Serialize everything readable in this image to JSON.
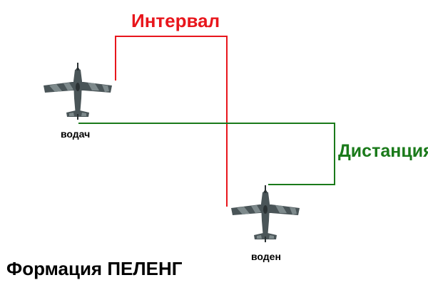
{
  "labels": {
    "interval": "Интервал",
    "distance": "Дистанция",
    "leader": "водач",
    "wingman": "воден",
    "formation_title": "Формация ПЕЛЕНГ"
  },
  "colors": {
    "interval": "#e8161c",
    "distance": "#1a7a1a",
    "text": "#000000",
    "aircraft_body": "#4a5558",
    "aircraft_camo": "#7e8a8c",
    "aircraft_dark": "#2a3133",
    "background": "#ffffff"
  },
  "icons": {
    "leader_aircraft": "fighter-plane-icon",
    "wingman_aircraft": "fighter-plane-icon"
  }
}
